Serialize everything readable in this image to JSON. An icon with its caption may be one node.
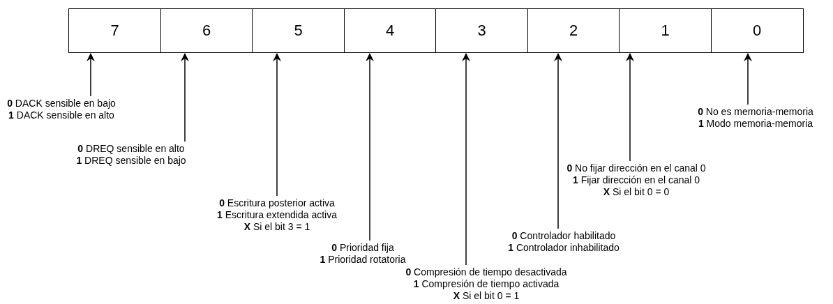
{
  "diagram": {
    "nodes": [
      {
        "text": [
          "7"
        ]
      },
      {
        "text": [
          "6"
        ]
      },
      {
        "text": [
          "5"
        ]
      },
      {
        "text": [
          "4"
        ]
      },
      {
        "text": [
          "3"
        ]
      },
      {
        "text": [
          "2"
        ]
      },
      {
        "text": [
          "1"
        ]
      },
      {
        "text": [
          "0"
        ]
      },
      {
        "text": [
          "**0** DACK sensible en bajo",
          "**1** DACK sensible en alto"
        ]
      },
      {
        "text": [
          "**0** DREQ sensible en alto",
          "**1** DREQ sensible en bajo"
        ]
      },
      {
        "text": [
          "**0** Escritura posterior activa",
          "**1** Escritura extendida activa",
          "**X** Si el bit 3 = 1"
        ]
      },
      {
        "text": [
          "**0** Prioridad fija",
          "**1** Prioridad rotatoria"
        ]
      },
      {
        "text": [
          "**0** Compresión de tiempo desactivada",
          "**1** Compresión de tiempo activada",
          "**X** Si el bit 0 = 1"
        ]
      },
      {
        "text": [
          "**0** Controlador habilitado",
          "**1** Controlador inhabilitado"
        ]
      },
      {
        "text": [
          "**0** No fijar dirección en el canal 0",
          "**1** Fijar dirección en el canal 0",
          "**X** Si el bit 0 = 0"
        ]
      },
      {
        "text": [
          "**0** No es memoria-memoria",
          "**1** Modo memoria-memoria"
        ]
      }
    ],
    "edges": [
      {
        "from": 8,
        "to": 0,
        "arrow": "to"
      },
      {
        "from": 9,
        "to": 1,
        "arrow": "to"
      },
      {
        "from": 10,
        "to": 2,
        "arrow": "to"
      },
      {
        "from": 11,
        "to": 3,
        "arrow": "to"
      },
      {
        "from": 12,
        "to": 4,
        "arrow": "to"
      },
      {
        "from": 13,
        "to": 5,
        "arrow": "to"
      },
      {
        "from": 14,
        "to": 6,
        "arrow": "to"
      },
      {
        "from": 15,
        "to": 7,
        "arrow": "to"
      }
    ]
  }
}
